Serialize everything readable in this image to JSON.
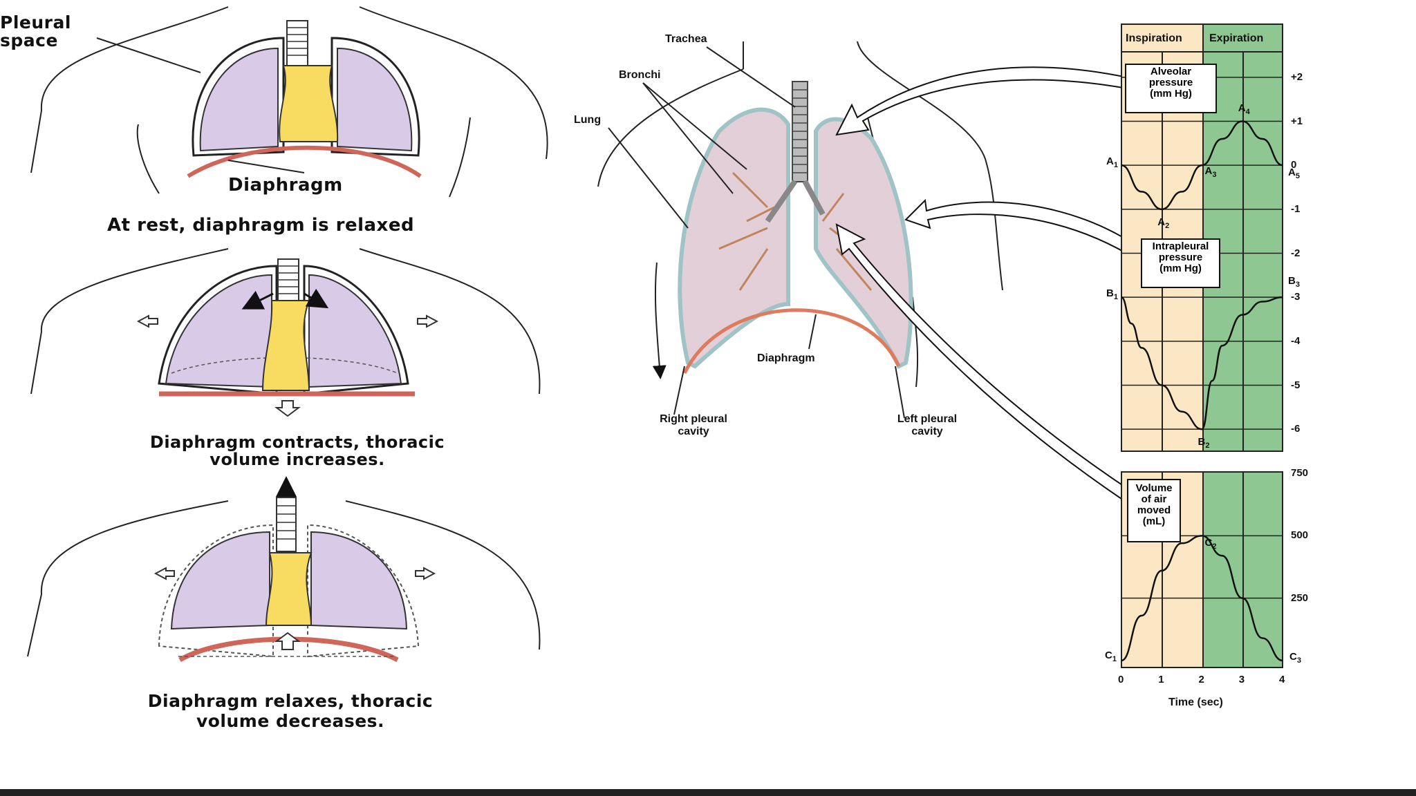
{
  "left_panel": {
    "pleural_space_label": "Pleural\nspace",
    "diaphragm_label": "Diaphragm",
    "caption_rest": "At rest, diaphragm is relaxed",
    "caption_contracts": "Diaphragm contracts, thoracic\nvolume increases.",
    "caption_relaxes": "Diaphragm relaxes, thoracic\nvolume decreases."
  },
  "middle_panel": {
    "trachea": "Trachea",
    "bronchi": "Bronchi",
    "lung": "Lung",
    "diaphragm": "Diaphragm",
    "right_pleural": "Right pleural\ncavity",
    "left_pleural": "Left pleural\ncavity"
  },
  "colors": {
    "lung_fill": "#d9cbe8",
    "mediastinum": "#f8dc62",
    "diaphragm_line": "#d0655a",
    "inspiration_bg": "#fbe7c4",
    "expiration_bg": "#8fc793"
  },
  "chart_data": [
    {
      "type": "line",
      "phase_labels": [
        "Inspiration",
        "Expiration"
      ],
      "y_ticks": [
        "+2",
        "+1",
        "0",
        "-1",
        "-2",
        "-3",
        "-4",
        "-5",
        "-6"
      ],
      "ylim": [
        -6.5,
        2.5
      ],
      "series": [
        {
          "name": "Alveolar\npressure\n(mm Hg)",
          "points": [
            [
              0,
              0
            ],
            [
              0.5,
              -0.6
            ],
            [
              1,
              -1
            ],
            [
              1.5,
              -0.6
            ],
            [
              2,
              0
            ],
            [
              2.5,
              0.6
            ],
            [
              3,
              1
            ],
            [
              3.5,
              0.6
            ],
            [
              4,
              0
            ]
          ],
          "point_labels": [
            {
              "label": "A1",
              "x": 0,
              "y": 0
            },
            {
              "label": "A2",
              "x": 1,
              "y": -1
            },
            {
              "label": "A3",
              "x": 2,
              "y": 0
            },
            {
              "label": "A4",
              "x": 3,
              "y": 1
            },
            {
              "label": "A5",
              "x": 4,
              "y": 0
            }
          ]
        },
        {
          "name": "Intrapleural\npressure\n(mm Hg)",
          "points": [
            [
              0,
              -3
            ],
            [
              0.25,
              -3.6
            ],
            [
              0.5,
              -4.15
            ],
            [
              1,
              -5
            ],
            [
              1.5,
              -5.6
            ],
            [
              2,
              -6
            ],
            [
              2.25,
              -4.9
            ],
            [
              2.5,
              -4.1
            ],
            [
              3,
              -3.4
            ],
            [
              3.5,
              -3.1
            ],
            [
              4,
              -3
            ]
          ],
          "point_labels": [
            {
              "label": "B1",
              "x": 0,
              "y": -3
            },
            {
              "label": "B2",
              "x": 2,
              "y": -6
            },
            {
              "label": "B3",
              "x": 4,
              "y": -3
            }
          ]
        }
      ]
    },
    {
      "type": "line",
      "xlabel": "Time (sec)",
      "x_ticks": [
        "0",
        "1",
        "2",
        "3",
        "4"
      ],
      "y_ticks": [
        "750",
        "500",
        "250"
      ],
      "xlim": [
        0,
        4
      ],
      "ylim": [
        0,
        750
      ],
      "series": [
        {
          "name": "Volume\nof air\nmoved\n(mL)",
          "points": [
            [
              0,
              0
            ],
            [
              0.5,
              180
            ],
            [
              1,
              360
            ],
            [
              1.5,
              470
            ],
            [
              2,
              500
            ],
            [
              2.5,
              420
            ],
            [
              3,
              250
            ],
            [
              3.5,
              90
            ],
            [
              4,
              0
            ]
          ],
          "point_labels": [
            {
              "label": "C1",
              "x": 0,
              "y": 0
            },
            {
              "label": "C2",
              "x": 2,
              "y": 500
            },
            {
              "label": "C3",
              "x": 4,
              "y": 0
            }
          ]
        }
      ]
    }
  ]
}
